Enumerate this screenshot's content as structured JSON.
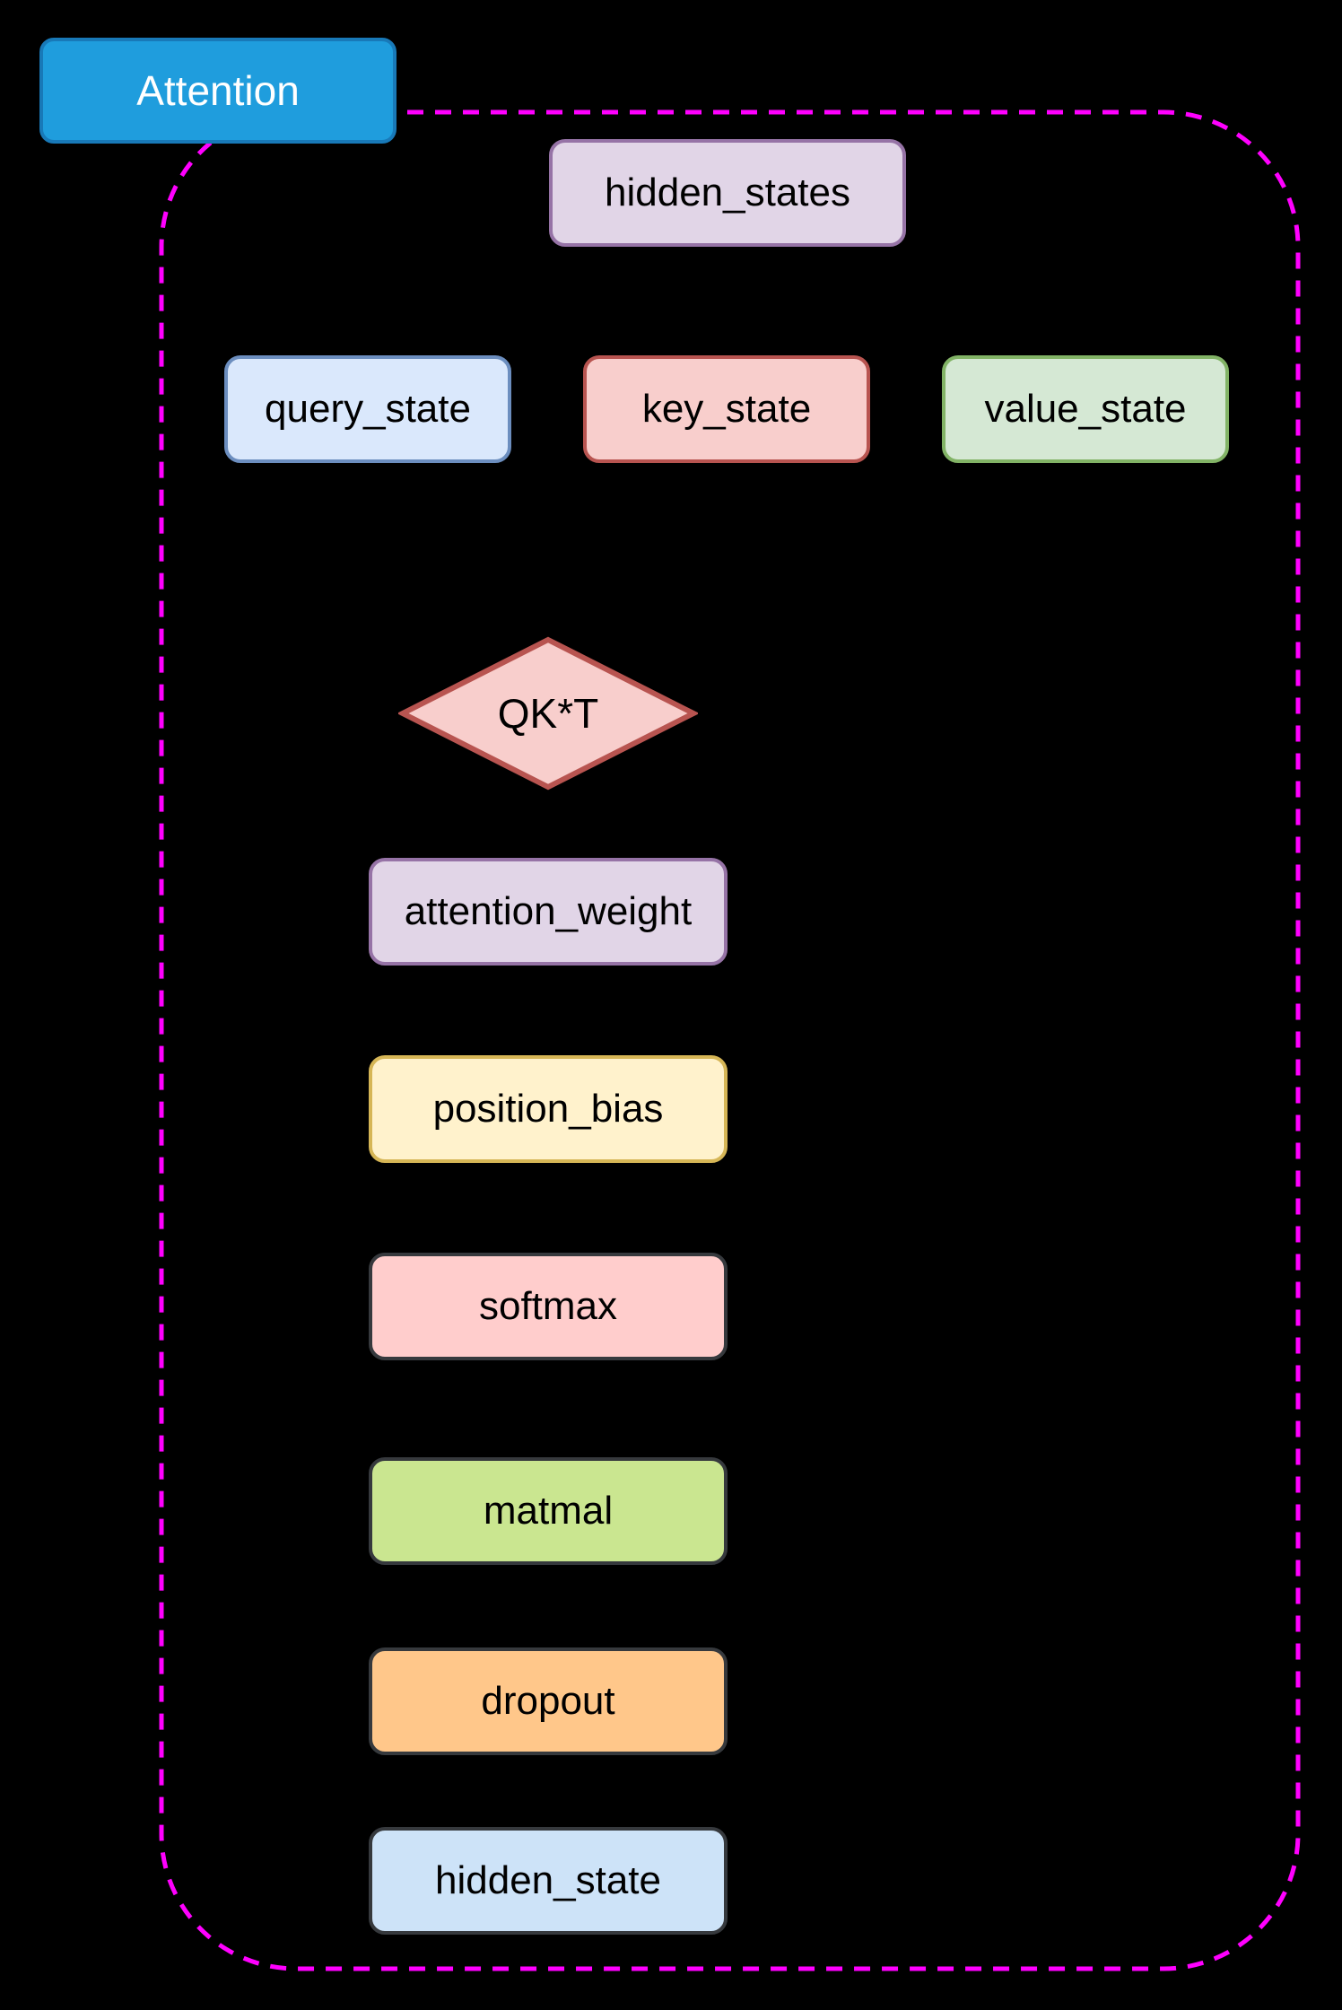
{
  "diagram": {
    "type": "flowchart",
    "container": {
      "border_color": "#ff00ff",
      "border_style": "dashed"
    },
    "nodes": {
      "attention": {
        "label": "Attention",
        "fill": "#1f9ddd",
        "border": "#1879b8",
        "text_color": "#ffffff"
      },
      "hidden_states": {
        "label": "hidden_states",
        "fill": "#e1d5e7",
        "border": "#9673a6"
      },
      "query_state": {
        "label": "query_state",
        "fill": "#dae8fc",
        "border": "#6c8ebf"
      },
      "key_state": {
        "label": "key_state",
        "fill": "#f8cecc",
        "border": "#b85450"
      },
      "value_state": {
        "label": "value_state",
        "fill": "#d5e8d4",
        "border": "#82b366"
      },
      "qkt": {
        "label": "QK*T",
        "fill": "#f8cecc",
        "border": "#b85450"
      },
      "attention_weight": {
        "label": "attention_weight",
        "fill": "#e1d5e7",
        "border": "#9673a6"
      },
      "position_bias": {
        "label": "position_bias",
        "fill": "#fff2cc",
        "border": "#d6b656"
      },
      "softmax": {
        "label": "softmax",
        "fill": "#ffcdcc",
        "border": "#36393d"
      },
      "matmal": {
        "label": "matmal",
        "fill": "#cae690",
        "border": "#36393d"
      },
      "dropout": {
        "label": "dropout",
        "fill": "#ffc78a",
        "border": "#36393d"
      },
      "hidden_state": {
        "label": "hidden_state",
        "fill": "#cde3f8",
        "border": "#36393d"
      }
    }
  }
}
